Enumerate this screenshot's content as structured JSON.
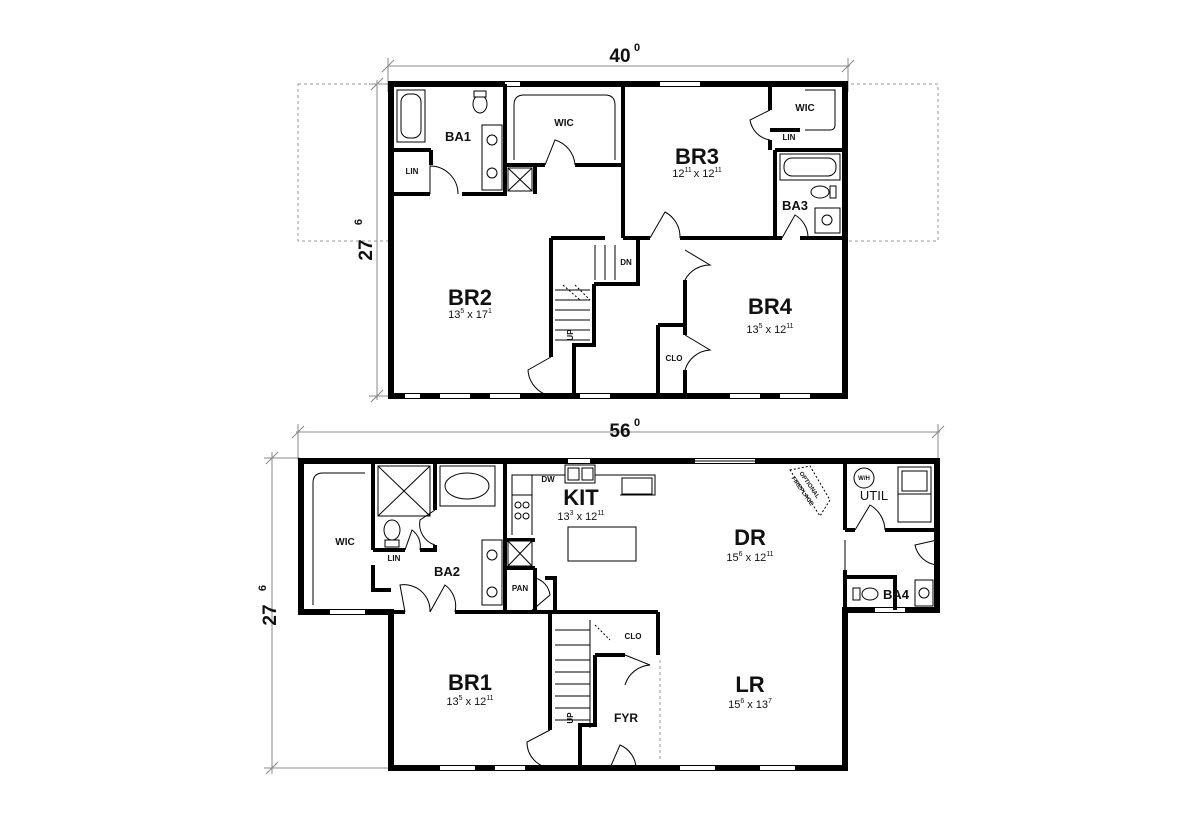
{
  "upper_floor": {
    "width_dim": {
      "main": "40",
      "sup": "0"
    },
    "depth_dim": {
      "main": "27",
      "sup": "6"
    },
    "rooms": {
      "ba1": "BA1",
      "wic1": "WIC",
      "lin1": "LIN",
      "br3": {
        "name": "BR3",
        "w": "12",
        "w_sup": "11",
        "x": "x",
        "d": "12",
        "d_sup": "11"
      },
      "wic2": "WIC",
      "lin2": "LIN",
      "ba3": "BA3",
      "br2": {
        "name": "BR2",
        "w": "13",
        "w_sup": "5",
        "x": "x",
        "d": "17",
        "d_sup": "1"
      },
      "br4": {
        "name": "BR4",
        "w": "13",
        "w_sup": "5",
        "x": "x",
        "d": "12",
        "d_sup": "11"
      },
      "clo": "CLO",
      "dn": "DN",
      "up": "UP"
    }
  },
  "lower_floor": {
    "width_dim": {
      "main": "56",
      "sup": "0"
    },
    "depth_dim": {
      "main": "27",
      "sup": "6"
    },
    "rooms": {
      "wic": "WIC",
      "lin": "LIN",
      "ba2": "BA2",
      "kit": {
        "name": "KIT",
        "w": "13",
        "w_sup": "3",
        "x": "x",
        "d": "12",
        "d_sup": "11"
      },
      "dw": "DW",
      "pan": "PAN",
      "dr": {
        "name": "DR",
        "w": "15",
        "w_sup": "6",
        "x": "x",
        "d": "12",
        "d_sup": "11"
      },
      "optional_fireplace_1": "OPTIONAL",
      "optional_fireplace_2": "FIREPLACE",
      "wh": "W/H",
      "util": "UTIL",
      "ba4": "BA4",
      "br1": {
        "name": "BR1",
        "w": "13",
        "w_sup": "5",
        "x": "x",
        "d": "12",
        "d_sup": "11"
      },
      "clo": "CLO",
      "lr": {
        "name": "LR",
        "w": "15",
        "w_sup": "6",
        "x": "x",
        "d": "13",
        "d_sup": "7"
      },
      "fyr": "FYR",
      "up": "UP"
    }
  }
}
